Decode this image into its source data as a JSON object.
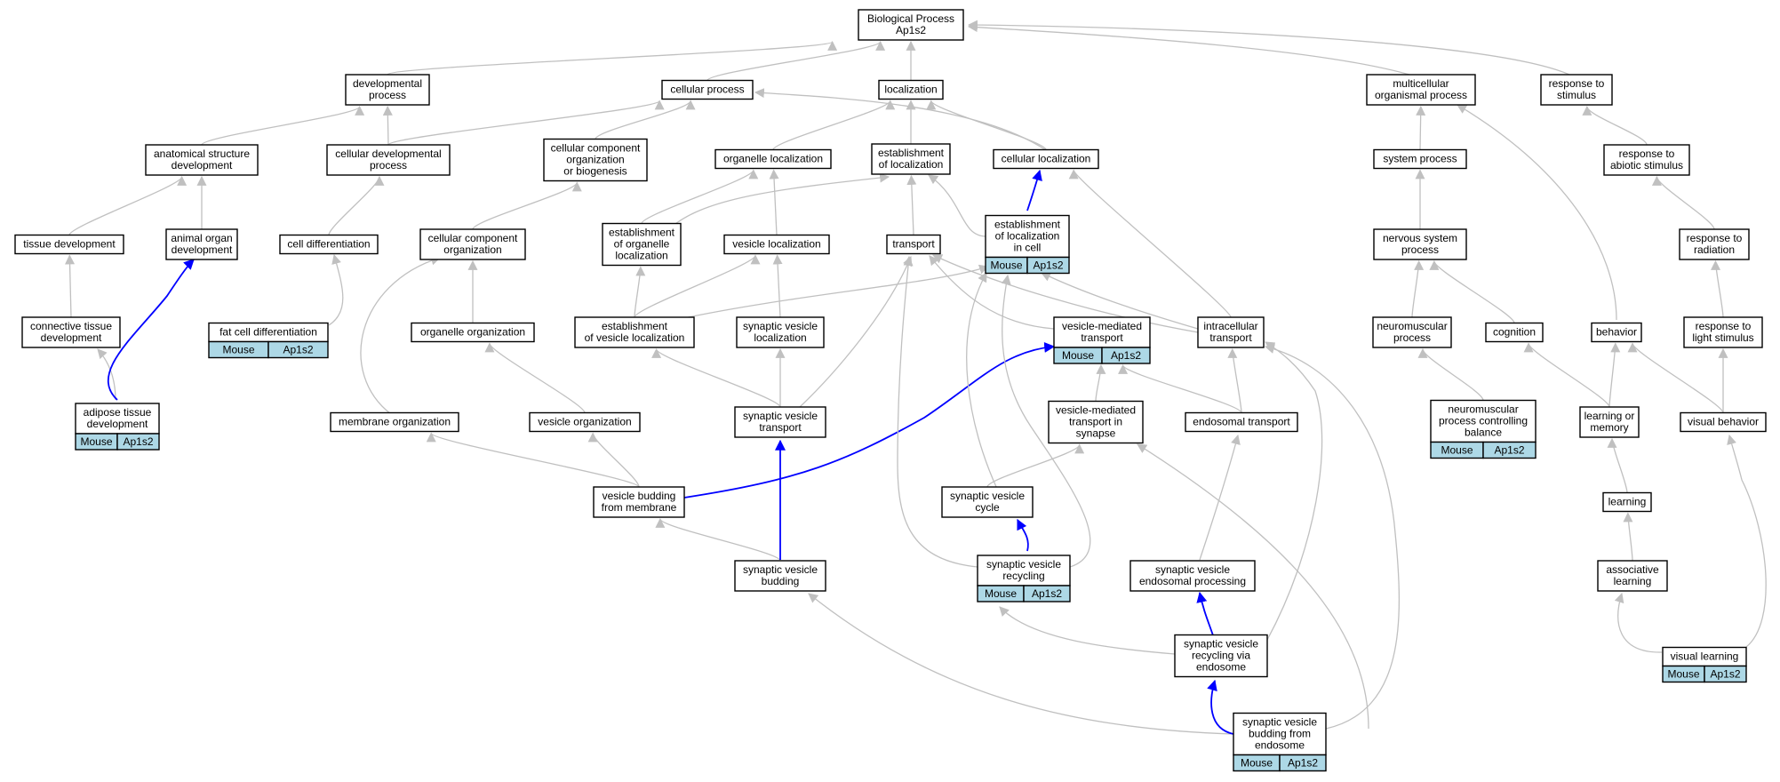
{
  "annotation": {
    "species": "Mouse",
    "gene": "Ap1s2"
  },
  "colors": {
    "default_edge": "#c0c0c0",
    "highlight_edge": "#0000ff",
    "annotation_fill": "#add8e6"
  },
  "nodes": [
    {
      "id": "bp",
      "lines": [
        "Biological Process",
        "Ap1s2"
      ]
    },
    {
      "id": "dev_proc",
      "lines": [
        "developmental",
        "process"
      ]
    },
    {
      "id": "cell_proc",
      "lines": [
        "cellular process"
      ]
    },
    {
      "id": "localization",
      "lines": [
        "localization"
      ]
    },
    {
      "id": "multi_proc",
      "lines": [
        "multicellular",
        "organismal process"
      ]
    },
    {
      "id": "resp_stim",
      "lines": [
        "response to",
        "stimulus"
      ]
    },
    {
      "id": "anat_dev",
      "lines": [
        "anatomical structure",
        "development"
      ]
    },
    {
      "id": "cell_dev_proc",
      "lines": [
        "cellular developmental",
        "process"
      ]
    },
    {
      "id": "cc_org_bio",
      "lines": [
        "cellular component",
        "organization",
        "or biogenesis"
      ]
    },
    {
      "id": "organelle_loc",
      "lines": [
        "organelle localization"
      ]
    },
    {
      "id": "estab_loc",
      "lines": [
        "establishment",
        "of localization"
      ]
    },
    {
      "id": "cell_loc",
      "lines": [
        "cellular localization"
      ]
    },
    {
      "id": "system_proc",
      "lines": [
        "system process"
      ]
    },
    {
      "id": "resp_abiotic",
      "lines": [
        "response to",
        "abiotic stimulus"
      ]
    },
    {
      "id": "tissue_dev",
      "lines": [
        "tissue development"
      ]
    },
    {
      "id": "animal_organ_dev",
      "lines": [
        "animal organ",
        "development"
      ]
    },
    {
      "id": "cell_diff",
      "lines": [
        "cell differentiation"
      ]
    },
    {
      "id": "cc_org",
      "lines": [
        "cellular component",
        "organization"
      ]
    },
    {
      "id": "estab_organelle_loc",
      "lines": [
        "establishment",
        "of organelle",
        "localization"
      ]
    },
    {
      "id": "vesicle_loc",
      "lines": [
        "vesicle localization"
      ]
    },
    {
      "id": "transport",
      "lines": [
        "transport"
      ]
    },
    {
      "id": "estab_loc_cell",
      "lines": [
        "establishment",
        "of localization",
        "in cell"
      ],
      "annotated": true
    },
    {
      "id": "nervous_proc",
      "lines": [
        "nervous system",
        "process"
      ]
    },
    {
      "id": "resp_radiation",
      "lines": [
        "response to",
        "radiation"
      ]
    },
    {
      "id": "conn_tissue_dev",
      "lines": [
        "connective tissue",
        "development"
      ]
    },
    {
      "id": "fat_cell_diff",
      "lines": [
        "fat cell differentiation"
      ],
      "annotated": true
    },
    {
      "id": "organelle_org",
      "lines": [
        "organelle organization"
      ]
    },
    {
      "id": "estab_vesicle_loc",
      "lines": [
        "establishment",
        "of vesicle localization"
      ]
    },
    {
      "id": "syn_vesicle_loc",
      "lines": [
        "synaptic vesicle",
        "localization"
      ]
    },
    {
      "id": "vm_transport",
      "lines": [
        "vesicle-mediated",
        "transport"
      ],
      "annotated": true
    },
    {
      "id": "intracell_transport",
      "lines": [
        "intracellular",
        "transport"
      ]
    },
    {
      "id": "neuromusc_proc",
      "lines": [
        "neuromuscular",
        "process"
      ]
    },
    {
      "id": "cognition",
      "lines": [
        "cognition"
      ]
    },
    {
      "id": "behavior",
      "lines": [
        "behavior"
      ]
    },
    {
      "id": "resp_light",
      "lines": [
        "response to",
        "light stimulus"
      ]
    },
    {
      "id": "adipose_dev",
      "lines": [
        "adipose tissue",
        "development"
      ],
      "annotated": true
    },
    {
      "id": "membrane_org",
      "lines": [
        "membrane organization"
      ]
    },
    {
      "id": "vesicle_org",
      "lines": [
        "vesicle organization"
      ]
    },
    {
      "id": "syn_vesicle_transport",
      "lines": [
        "synaptic vesicle",
        "transport"
      ]
    },
    {
      "id": "vm_transport_synapse",
      "lines": [
        "vesicle-mediated",
        "transport in",
        "synapse"
      ]
    },
    {
      "id": "endosomal_transport",
      "lines": [
        "endosomal transport"
      ]
    },
    {
      "id": "neuromusc_balance",
      "lines": [
        "neuromuscular",
        "process controlling",
        "balance"
      ],
      "annotated": true
    },
    {
      "id": "learning_memory",
      "lines": [
        "learning or",
        "memory"
      ]
    },
    {
      "id": "visual_behavior",
      "lines": [
        "visual behavior"
      ]
    },
    {
      "id": "vesicle_budding",
      "lines": [
        "vesicle budding",
        "from membrane"
      ]
    },
    {
      "id": "syn_vesicle_cycle",
      "lines": [
        "synaptic vesicle",
        "cycle"
      ]
    },
    {
      "id": "learning",
      "lines": [
        "learning"
      ]
    },
    {
      "id": "syn_vesicle_budding",
      "lines": [
        "synaptic vesicle",
        "budding"
      ]
    },
    {
      "id": "syn_vesicle_recycling",
      "lines": [
        "synaptic vesicle",
        "recycling"
      ],
      "annotated": true
    },
    {
      "id": "syn_vesicle_endosomal",
      "lines": [
        "synaptic vesicle",
        "endosomal processing"
      ]
    },
    {
      "id": "assoc_learning",
      "lines": [
        "associative",
        "learning"
      ]
    },
    {
      "id": "syn_vesicle_recycling_endo",
      "lines": [
        "synaptic vesicle",
        "recycling via",
        "endosome"
      ]
    },
    {
      "id": "visual_learning",
      "lines": [
        "visual learning"
      ],
      "annotated": true
    },
    {
      "id": "syn_vesicle_budding_endo",
      "lines": [
        "synaptic vesicle",
        "budding from",
        "endosome"
      ],
      "annotated": true
    }
  ],
  "edges": [
    {
      "from": "dev_proc",
      "to": "bp"
    },
    {
      "from": "cell_proc",
      "to": "bp"
    },
    {
      "from": "localization",
      "to": "bp"
    },
    {
      "from": "multi_proc",
      "to": "bp"
    },
    {
      "from": "resp_stim",
      "to": "bp"
    },
    {
      "from": "anat_dev",
      "to": "dev_proc"
    },
    {
      "from": "cell_dev_proc",
      "to": "dev_proc"
    },
    {
      "from": "cell_dev_proc",
      "to": "cell_proc"
    },
    {
      "from": "cc_org_bio",
      "to": "cell_proc"
    },
    {
      "from": "cell_loc",
      "to": "cell_proc"
    },
    {
      "from": "organelle_loc",
      "to": "localization"
    },
    {
      "from": "estab_loc",
      "to": "localization"
    },
    {
      "from": "cell_loc",
      "to": "localization"
    },
    {
      "from": "system_proc",
      "to": "multi_proc"
    },
    {
      "from": "behavior",
      "to": "multi_proc"
    },
    {
      "from": "resp_abiotic",
      "to": "resp_stim"
    },
    {
      "from": "tissue_dev",
      "to": "anat_dev"
    },
    {
      "from": "animal_organ_dev",
      "to": "anat_dev"
    },
    {
      "from": "cell_diff",
      "to": "cell_dev_proc"
    },
    {
      "from": "cc_org",
      "to": "cc_org_bio"
    },
    {
      "from": "estab_organelle_loc",
      "to": "organelle_loc"
    },
    {
      "from": "estab_organelle_loc",
      "to": "estab_loc"
    },
    {
      "from": "vesicle_loc",
      "to": "organelle_loc"
    },
    {
      "from": "transport",
      "to": "estab_loc"
    },
    {
      "from": "estab_loc_cell",
      "to": "estab_loc"
    },
    {
      "from": "estab_loc_cell",
      "to": "cell_loc",
      "highlight": true
    },
    {
      "from": "intracell_transport",
      "to": "cell_loc"
    },
    {
      "from": "nervous_proc",
      "to": "system_proc"
    },
    {
      "from": "resp_radiation",
      "to": "resp_abiotic"
    },
    {
      "from": "conn_tissue_dev",
      "to": "tissue_dev"
    },
    {
      "from": "adipose_dev",
      "to": "conn_tissue_dev"
    },
    {
      "from": "adipose_dev",
      "to": "animal_organ_dev",
      "highlight": true
    },
    {
      "from": "fat_cell_diff",
      "to": "cell_diff"
    },
    {
      "from": "organelle_org",
      "to": "cc_org"
    },
    {
      "from": "membrane_org",
      "to": "cc_org"
    },
    {
      "from": "estab_vesicle_loc",
      "to": "estab_organelle_loc"
    },
    {
      "from": "estab_vesicle_loc",
      "to": "vesicle_loc"
    },
    {
      "from": "syn_vesicle_loc",
      "to": "vesicle_loc"
    },
    {
      "from": "estab_vesicle_loc",
      "to": "estab_loc_cell"
    },
    {
      "from": "vm_transport",
      "to": "transport"
    },
    {
      "from": "intracell_transport",
      "to": "transport"
    },
    {
      "from": "intracell_transport",
      "to": "estab_loc_cell"
    },
    {
      "from": "neuromusc_proc",
      "to": "nervous_proc"
    },
    {
      "from": "cognition",
      "to": "nervous_proc"
    },
    {
      "from": "resp_light",
      "to": "resp_radiation"
    },
    {
      "from": "vesicle_org",
      "to": "organelle_org"
    },
    {
      "from": "syn_vesicle_transport",
      "to": "estab_vesicle_loc"
    },
    {
      "from": "syn_vesicle_transport",
      "to": "syn_vesicle_loc"
    },
    {
      "from": "syn_vesicle_transport",
      "to": "transport"
    },
    {
      "from": "vm_transport_synapse",
      "to": "vm_transport"
    },
    {
      "from": "endosomal_transport",
      "to": "vm_transport"
    },
    {
      "from": "endosomal_transport",
      "to": "intracell_transport"
    },
    {
      "from": "neuromusc_balance",
      "to": "neuromusc_proc"
    },
    {
      "from": "learning_memory",
      "to": "cognition"
    },
    {
      "from": "learning_memory",
      "to": "behavior"
    },
    {
      "from": "visual_behavior",
      "to": "behavior"
    },
    {
      "from": "visual_behavior",
      "to": "resp_light"
    },
    {
      "from": "vesicle_budding",
      "to": "membrane_org"
    },
    {
      "from": "vesicle_budding",
      "to": "vesicle_org"
    },
    {
      "from": "vesicle_budding",
      "to": "vm_transport",
      "highlight": true
    },
    {
      "from": "syn_vesicle_cycle",
      "to": "vm_transport_synapse"
    },
    {
      "from": "syn_vesicle_cycle",
      "to": "estab_loc_cell"
    },
    {
      "from": "learning",
      "to": "learning_memory"
    },
    {
      "from": "syn_vesicle_budding",
      "to": "vesicle_budding"
    },
    {
      "from": "syn_vesicle_budding",
      "to": "syn_vesicle_transport",
      "highlight": true
    },
    {
      "from": "syn_vesicle_recycling",
      "to": "syn_vesicle_cycle",
      "highlight": true
    },
    {
      "from": "syn_vesicle_recycling",
      "to": "transport"
    },
    {
      "from": "syn_vesicle_recycling",
      "to": "estab_loc_cell"
    },
    {
      "from": "syn_vesicle_endosomal",
      "to": "endosomal_transport"
    },
    {
      "from": "assoc_learning",
      "to": "learning"
    },
    {
      "from": "syn_vesicle_recycling_endo",
      "to": "syn_vesicle_recycling"
    },
    {
      "from": "syn_vesicle_recycling_endo",
      "to": "syn_vesicle_endosomal",
      "highlight": true
    },
    {
      "from": "syn_vesicle_recycling_endo",
      "to": "intracell_transport"
    },
    {
      "from": "visual_learning",
      "to": "assoc_learning"
    },
    {
      "from": "visual_learning",
      "to": "visual_behavior"
    },
    {
      "from": "syn_vesicle_budding_endo",
      "to": "syn_vesicle_budding"
    },
    {
      "from": "syn_vesicle_budding_endo",
      "to": "syn_vesicle_recycling_endo",
      "highlight": true
    },
    {
      "from": "syn_vesicle_budding_endo",
      "to": "vm_transport_synapse"
    },
    {
      "from": "syn_vesicle_budding_endo",
      "to": "intracell_transport"
    }
  ]
}
